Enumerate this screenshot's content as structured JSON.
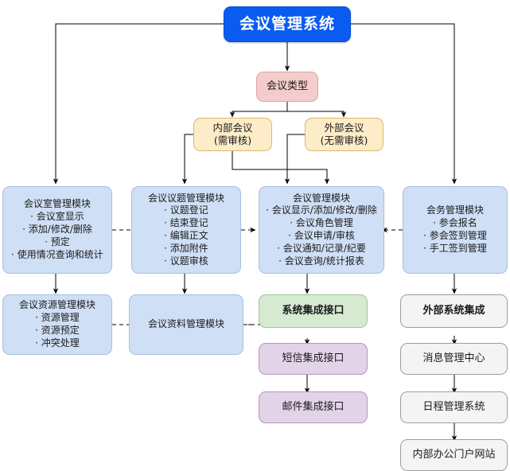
{
  "diagram": {
    "title": "会议管理系统",
    "type": "flowchart",
    "colors": {
      "root": "#0a5bf0",
      "meeting_type": "#f4cccc",
      "meeting_category": "#fdecc8",
      "module": "#cfdff5",
      "integration": "#d6ead2",
      "channel": "#e3d3e8",
      "external": "#f4f4f4",
      "line": "#000000"
    },
    "root": {
      "label": "会议管理系统"
    },
    "meeting_type": {
      "label": "会议类型"
    },
    "categories": [
      {
        "label_1": "内部会议",
        "label_2": "(需审核)"
      },
      {
        "label_1": "外部会议",
        "label_2": "(无需审核)"
      }
    ],
    "modules": [
      {
        "title": "会议室管理模块",
        "items": [
          "· 会议室显示",
          "· 添加/修改/删除",
          "· 预定",
          "· 使用情况查询和统计"
        ]
      },
      {
        "title": "会议议题管理模块",
        "items": [
          "· 议题登记",
          "· 结束登记",
          "· 编辑正文",
          "· 添加附件",
          "· 议题审核"
        ]
      },
      {
        "title": "会议管理模块",
        "items": [
          "· 会议显示/添加/修改/删除",
          "· 会议角色管理",
          "· 会议申请/审核",
          "· 会议通知/记录/纪要",
          "· 会议查询/统计报表"
        ]
      },
      {
        "title": "会务管理模块",
        "items": [
          "· 参会报名",
          "· 参会签到管理",
          "· 手工签到管理"
        ]
      }
    ],
    "resources": {
      "title": "会议资源管理模块",
      "items": [
        "· 资源管理",
        "· 资源预定",
        "· 冲突处理"
      ]
    },
    "materials": {
      "title": "会议资料管理模块"
    },
    "integration": [
      {
        "label": "系统集成接口"
      },
      {
        "label": "短信集成接口"
      },
      {
        "label": "邮件集成接口"
      }
    ],
    "external": [
      {
        "label": "外部系统集成"
      },
      {
        "label": "消息管理中心"
      },
      {
        "label": "日程管理系统"
      },
      {
        "label": "内部办公门户网站"
      }
    ]
  }
}
